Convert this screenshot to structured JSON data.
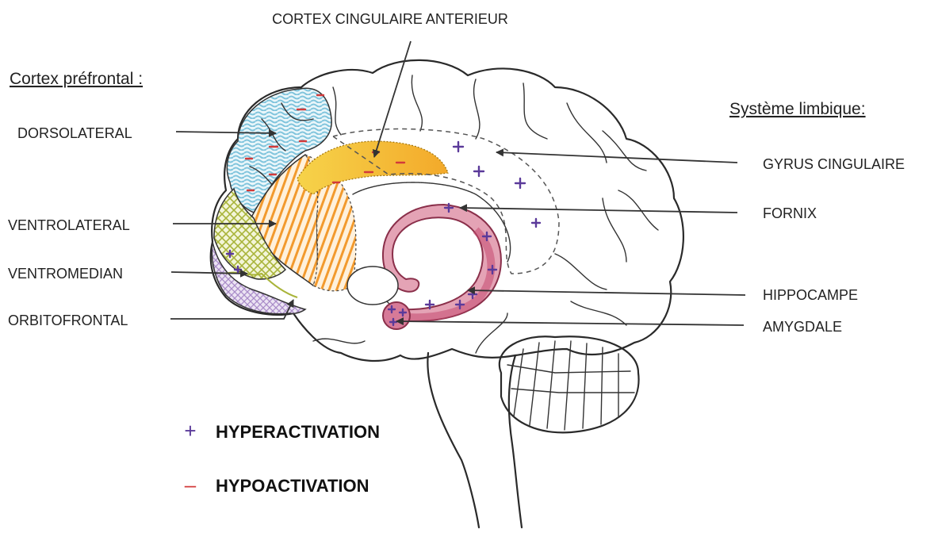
{
  "title": "CORTEX CINGULAIRE ANTERIEUR",
  "left_heading": "Cortex préfrontal :",
  "right_heading": "Système limbique:",
  "left_labels": {
    "dorsolateral": "DORSOLATERAL",
    "ventrolateral": "VENTROLATERAL",
    "ventromedian": "VENTROMEDIAN",
    "orbitofrontal": "ORBITOFRONTAL"
  },
  "right_labels": {
    "gyrus": "GYRUS CINGULAIRE",
    "fornix": "FORNIX",
    "hippocampe": "HIPPOCAMPE",
    "amygdale": "AMYGDALE"
  },
  "legend": {
    "hyper_symbol": "+",
    "hyper": "HYPERACTIVATION",
    "hypo_symbol": "–",
    "hypo": "HYPOACTIVATION"
  },
  "colors": {
    "hyper": "#5b3a9a",
    "hypo": "#d23a3a",
    "dorsolateral": "#8fcbe0",
    "ventrolateral": "#f4a340",
    "ventromedian": "#b9c24a",
    "anterior_cingulate": "#f5c518",
    "limbic": "#c9557a"
  }
}
